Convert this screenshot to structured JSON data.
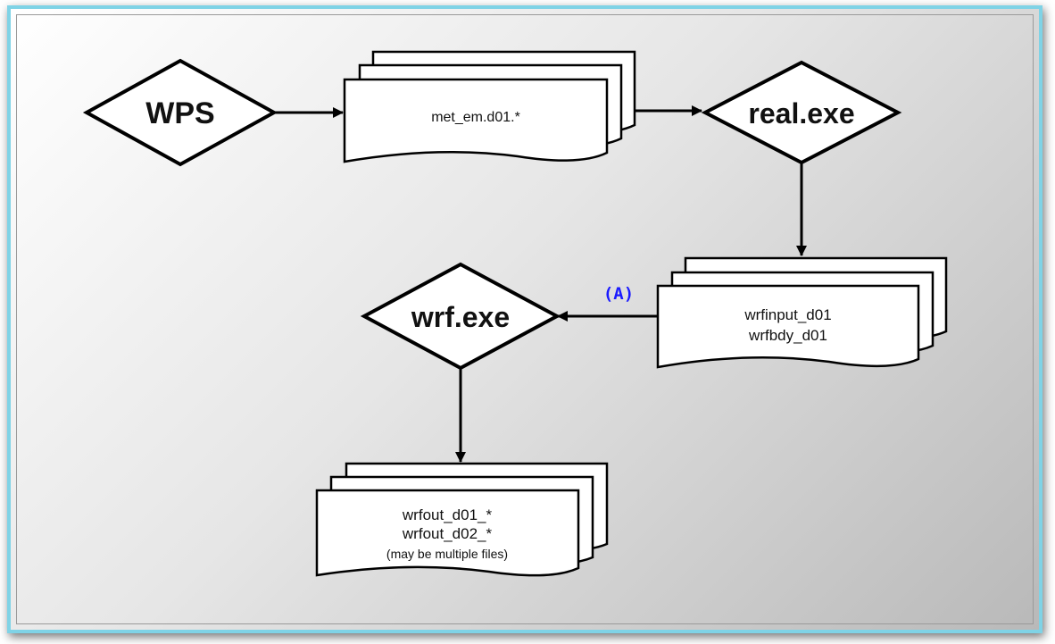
{
  "nodes": {
    "wps": {
      "label": "WPS"
    },
    "met_em": {
      "lines": [
        "met_em.d01.*"
      ]
    },
    "real": {
      "label": "real.exe"
    },
    "wrfinput": {
      "lines": [
        "wrfinput_d01",
        "wrfbdy_d01"
      ]
    },
    "wrf": {
      "label": "wrf.exe"
    },
    "wrfout": {
      "lines": [
        "wrfout_d01_*",
        "wrfout_d02_*",
        "(may be multiple files)"
      ]
    }
  },
  "edges": {
    "wrfinput_to_wrf": {
      "label": "(A)"
    }
  },
  "colors": {
    "frame_border": "#7fd3e6",
    "arrow_label": "#1a1aff",
    "shape_fill": "#ffffff",
    "shape_stroke": "#000000"
  }
}
